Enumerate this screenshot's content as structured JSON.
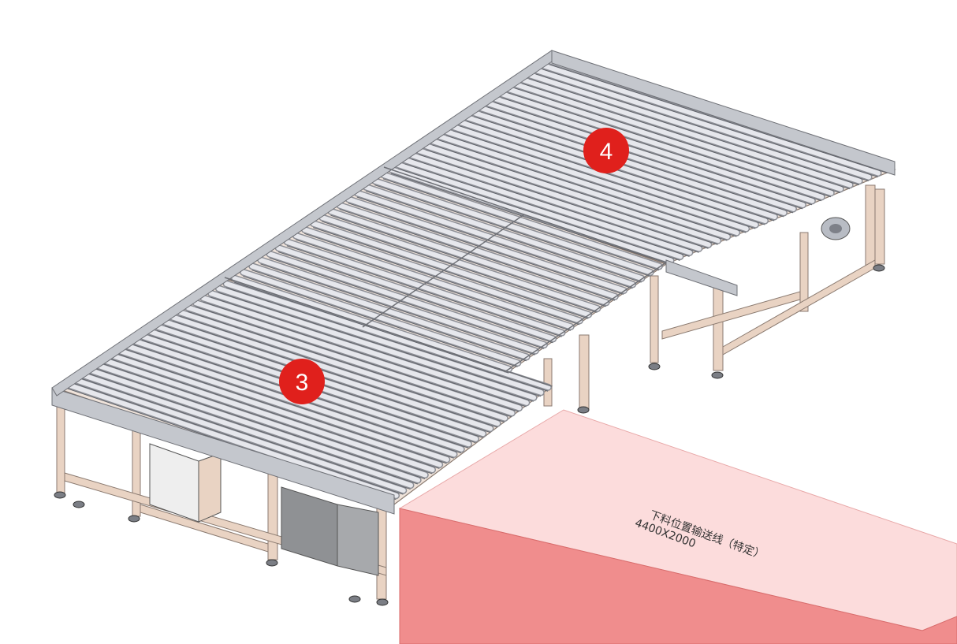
{
  "markers": [
    {
      "label": "3",
      "color": "#e0201c"
    },
    {
      "label": "4",
      "color": "#e0201c"
    }
  ],
  "conveyor_box": {
    "title": "下料位置输送线（特定）",
    "dimensions": "4400X2000"
  },
  "colors": {
    "frame": "#e9d3c3",
    "frame_edge": "#8a7a70",
    "roller": "#dcdde3",
    "roller_edge": "#8d8f96",
    "rail": "#c4c7cd",
    "box_top": "#fcdcdc",
    "box_front": "#f08d8d",
    "box_side": "#f5b5b5",
    "cabinet_light": "#eeeeee",
    "cabinet_dark": "#8f9194"
  }
}
